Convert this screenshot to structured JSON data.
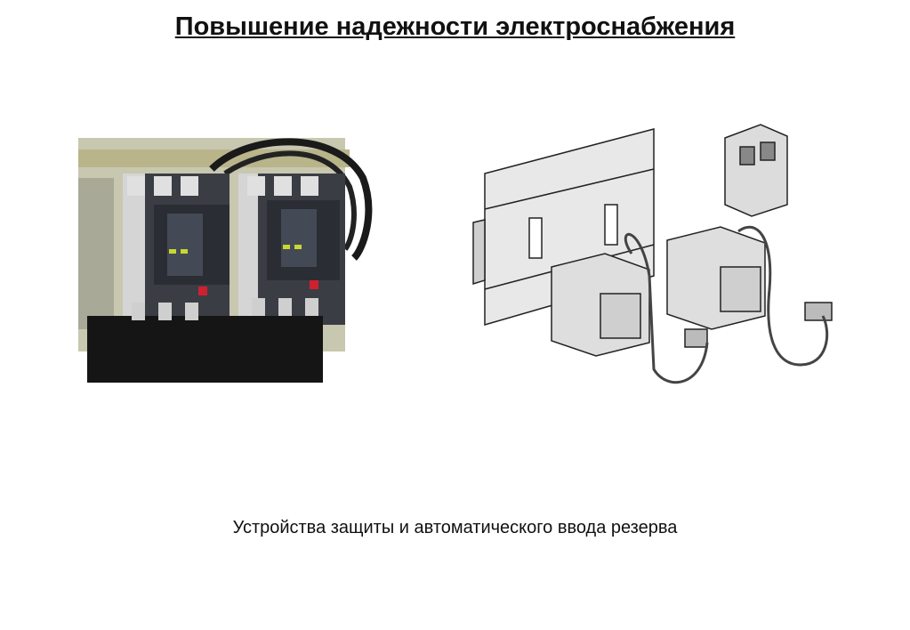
{
  "slide": {
    "title": "Повышение надежности электроснабжения",
    "caption": "Устройства защиты и автоматического ввода резерва"
  },
  "figures": {
    "photo": {
      "icon": "circuit-breakers-photo"
    },
    "drawing": {
      "icon": "transfer-switch-drawing"
    }
  }
}
